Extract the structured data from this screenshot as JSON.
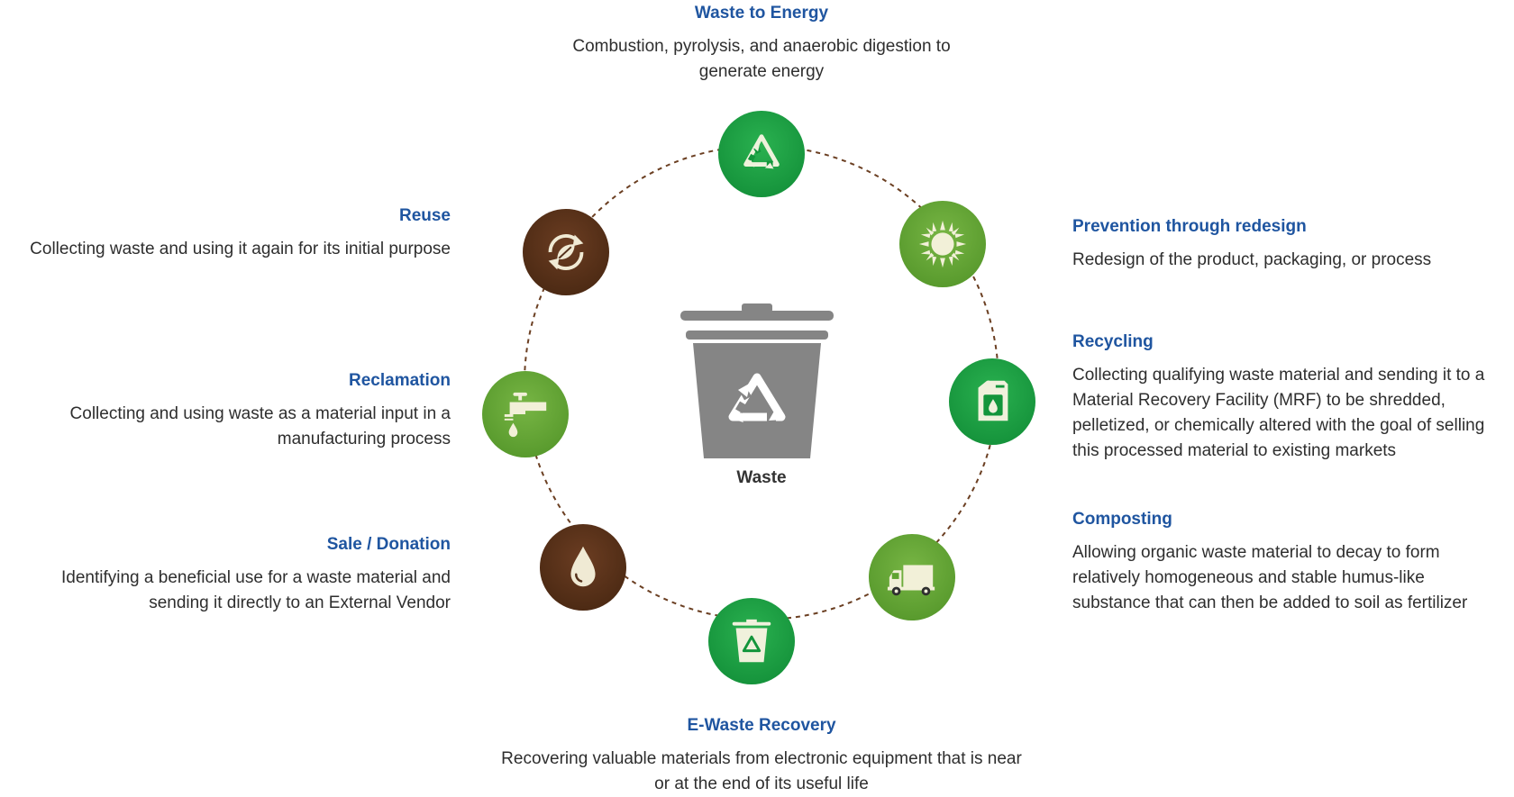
{
  "center": {
    "label": "Waste",
    "icon": "recycle-bin-icon"
  },
  "colors": {
    "title": "#1f55a0",
    "text": "#2e2e2e",
    "green_dark": "#13953b",
    "green_light": "#5fa331",
    "brown": "#54301a",
    "ring": "#6b3f22",
    "bin": "#858585"
  },
  "steps": [
    {
      "id": "waste-to-energy",
      "title": "Waste to Energy",
      "description": "Combustion, pyrolysis, and anaerobic digestion to generate energy",
      "icon": "recycle-icon"
    },
    {
      "id": "prevention",
      "title": "Prevention through redesign",
      "description": "Redesign of the product, packaging, or process",
      "icon": "sun-icon"
    },
    {
      "id": "recycling",
      "title": "Recycling",
      "description": "Collecting qualifying waste material and sending it to a Material Recovery Facility (MRF) to be shredded, pelletized, or chemically altered with the goal of selling this processed material to existing markets",
      "icon": "fuel-can-icon"
    },
    {
      "id": "composting",
      "title": "Composting",
      "description": "Allowing organic waste material to decay to form relatively homogeneous and stable humus-like substance that can then be added to soil as fertilizer",
      "icon": "truck-icon"
    },
    {
      "id": "e-waste",
      "title": "E-Waste Recovery",
      "description": "Recovering valuable materials from electronic equipment that is near or at the end of its useful life",
      "icon": "recycle-bin-icon"
    },
    {
      "id": "sale-donation",
      "title": "Sale / Donation",
      "description": "Identifying a beneficial use for a waste material and sending it directly to an External Vendor",
      "icon": "water-drop-icon"
    },
    {
      "id": "reclamation",
      "title": "Reclamation",
      "description": "Collecting and using waste as a material input in a manufacturing process",
      "icon": "faucet-icon"
    },
    {
      "id": "reuse",
      "title": "Reuse",
      "description": "Collecting waste and using it again for its initial purpose",
      "icon": "leaf-cycle-icon"
    }
  ]
}
